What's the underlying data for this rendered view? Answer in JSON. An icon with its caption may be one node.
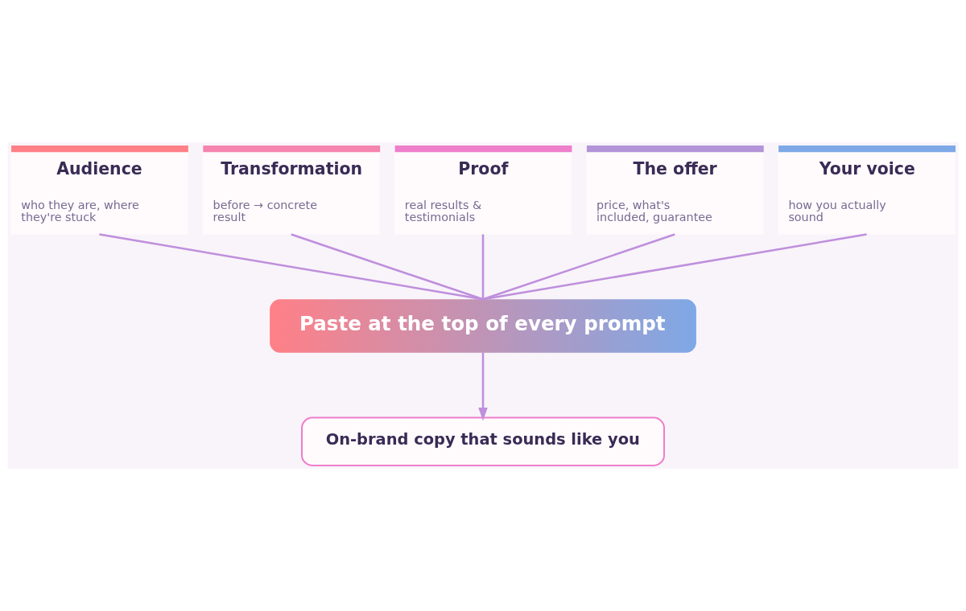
{
  "diagram": {
    "nodes": [
      {
        "text": [
          "Audience",
          "who they are, where they're stuck"
        ]
      },
      {
        "text": [
          "Transformation",
          "before → concrete result"
        ]
      },
      {
        "text": [
          "Proof",
          "real results & testimonials"
        ]
      },
      {
        "text": [
          "The offer",
          "price, what's included, guarantee"
        ]
      },
      {
        "text": [
          "Your voice",
          "how you actually sound"
        ]
      },
      {
        "text": [
          "Paste at the top of every prompt"
        ]
      },
      {
        "text": [
          "On-brand copy that sounds like you"
        ]
      }
    ],
    "edges": [
      {
        "from": 0,
        "to": 5,
        "arrow": "none"
      },
      {
        "from": 1,
        "to": 5,
        "arrow": "none"
      },
      {
        "from": 2,
        "to": 5,
        "arrow": "none"
      },
      {
        "from": 3,
        "to": 5,
        "arrow": "none"
      },
      {
        "from": 4,
        "to": 5,
        "arrow": "none"
      },
      {
        "from": 5,
        "to": 6,
        "arrow": "to"
      }
    ]
  }
}
